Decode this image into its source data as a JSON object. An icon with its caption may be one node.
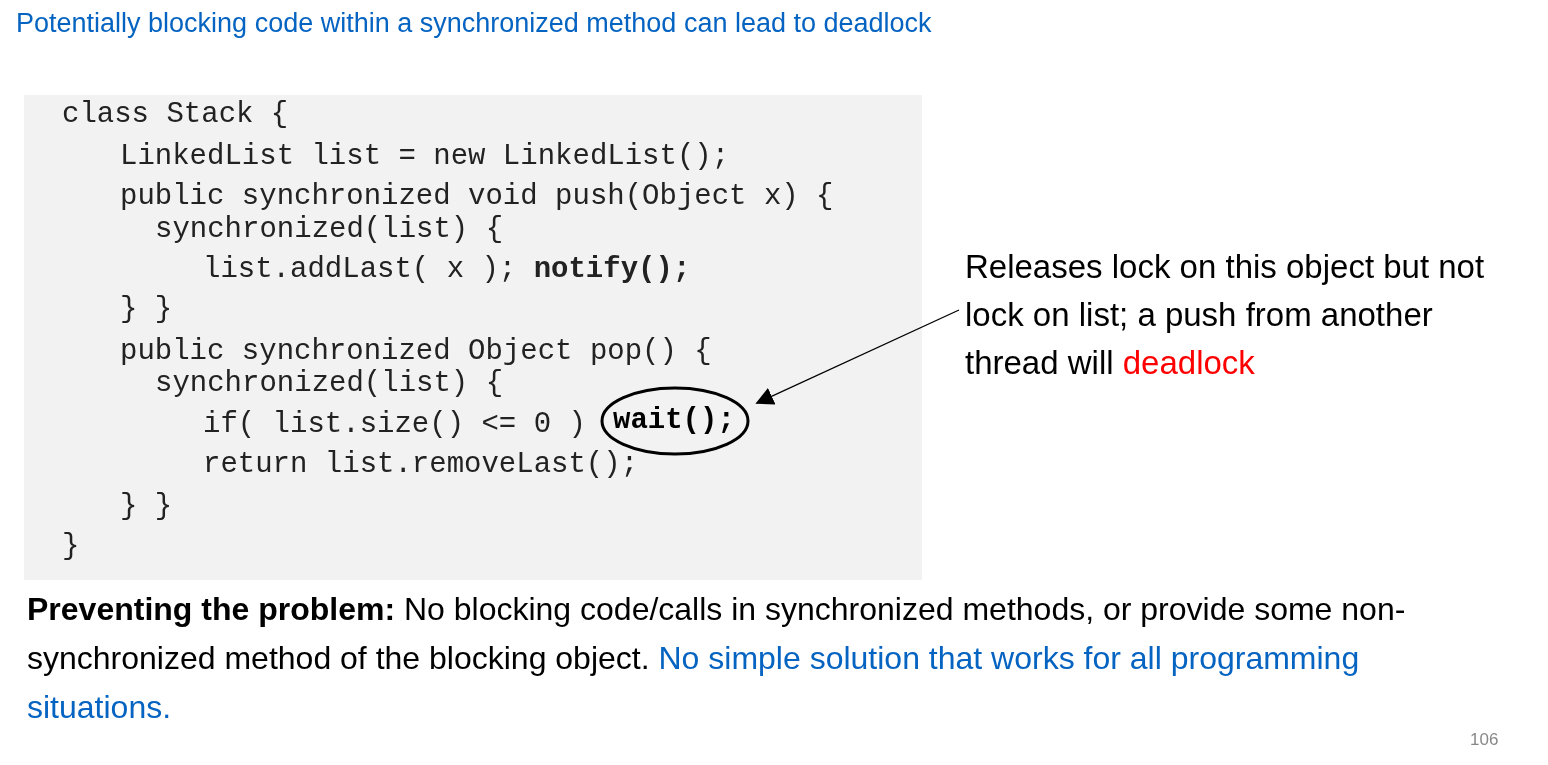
{
  "diagram": {
    "title": "Potentially blocking code within a synchronized method can lead to deadlock",
    "nodes": [
      {
        "text": [
          "class Stack {",
          "LinkedList list = new LinkedList();",
          "public synchronized void push(Object x) {",
          "synchronized(list) {",
          "list.addLast( x ); **notify();**",
          "} }",
          "public synchronized Object pop() {",
          "synchronized(list) {",
          "if( list.size() <= 0 )",
          "return list.removeLast();",
          "} }",
          "}"
        ]
      },
      {
        "text": [
          "wait();"
        ],
        "in": 0
      },
      {
        "text": [
          "Releases lock on this object but not lock on list; a push from another thread will",
          "deadlock"
        ]
      }
    ],
    "edges": [
      {
        "from": 2,
        "to": 1,
        "arrow": "to"
      }
    ],
    "labels": [
      "**Preventing the problem:**  No blocking code/calls in synchronized methods, or provide some non-synchronized method of the blocking object.",
      "No simple solution that works for all programming situations.",
      "106"
    ]
  }
}
